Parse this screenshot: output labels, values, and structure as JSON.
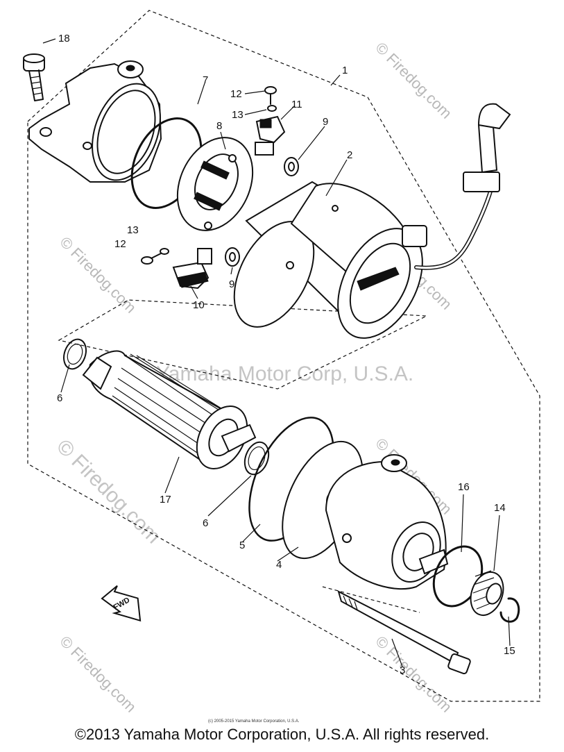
{
  "watermarks": {
    "small": "© Firedog.com",
    "center": "Yamaha Motor Corp, U.S.A."
  },
  "parts": [
    {
      "number": "1"
    },
    {
      "number": "2"
    },
    {
      "number": "3"
    },
    {
      "number": "4"
    },
    {
      "number": "5"
    },
    {
      "number": "6"
    },
    {
      "number": "6"
    },
    {
      "number": "7"
    },
    {
      "number": "8"
    },
    {
      "number": "9"
    },
    {
      "number": "9"
    },
    {
      "number": "10"
    },
    {
      "number": "11"
    },
    {
      "number": "12"
    },
    {
      "number": "12"
    },
    {
      "number": "13"
    },
    {
      "number": "13"
    },
    {
      "number": "14"
    },
    {
      "number": "15"
    },
    {
      "number": "16"
    },
    {
      "number": "17"
    },
    {
      "number": "18"
    }
  ],
  "fwd_label": "FWD",
  "small_copyright": "(c) 2005-2015 Yamaha Motor Corporation, U.S.A.",
  "footer": "©2013 Yamaha Motor Corporation, U.S.A. All rights reserved."
}
